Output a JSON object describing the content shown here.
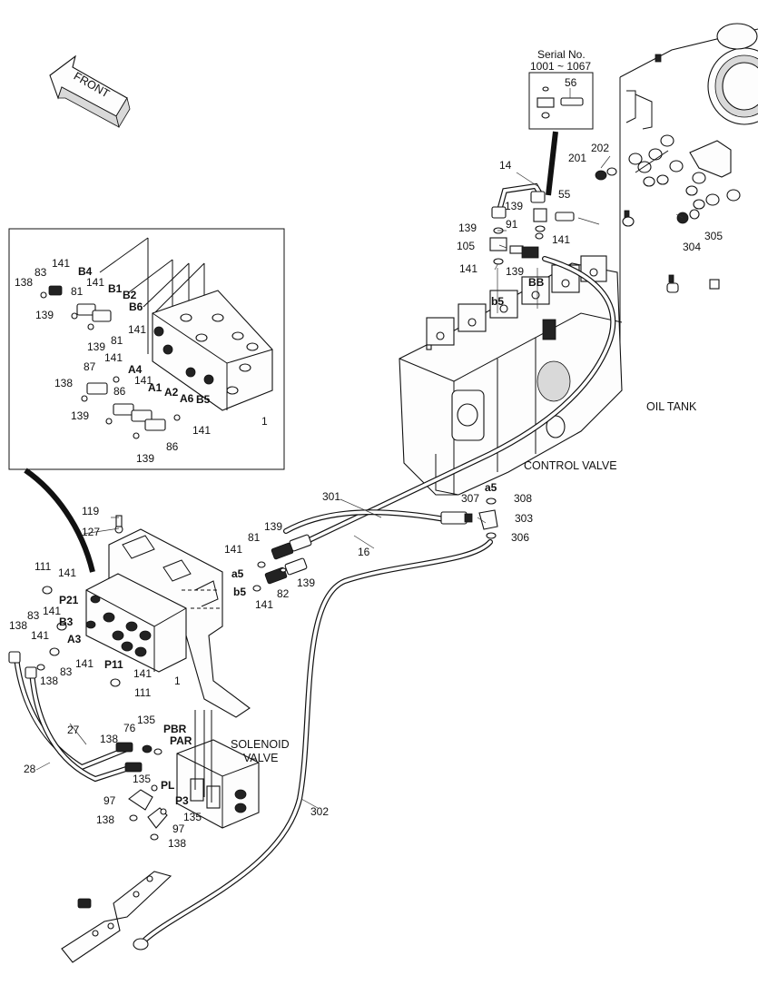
{
  "captions": {
    "front": "FRONT",
    "oil_tank": "OIL TANK",
    "control_valve": "CONTROL VALVE",
    "solenoid_line1": "SOLENOID",
    "solenoid_line2": "VALVE",
    "serial_title": "Serial No.",
    "serial_range": "1001 ~ 1067"
  },
  "ports": {
    "b4": "B4",
    "b1": "B1",
    "b2": "B2",
    "b6": "B6",
    "a4": "A4",
    "a1": "A1",
    "a2": "A2",
    "a6": "A6",
    "b5_inset": "B5",
    "bb": "BB",
    "b5_valve": "b5",
    "a5_valve": "a5",
    "a5_left": "a5",
    "b5_left": "b5",
    "p21": "P21",
    "b3": "B3",
    "a3": "A3",
    "p11": "P11",
    "pbr": "PBR",
    "par": "PAR",
    "pl": "PL",
    "p3": "P3"
  },
  "parts": {
    "inset_141a": "141",
    "inset_138a": "138",
    "inset_83": "83",
    "inset_141b": "141",
    "inset_81a": "81",
    "inset_139a": "139",
    "inset_139b": "139",
    "inset_81b": "81",
    "inset_141c": "141",
    "inset_87": "87",
    "inset_141d": "141",
    "inset_138b": "138",
    "inset_141e": "141",
    "inset_86a": "86",
    "inset_139c": "139",
    "inset_141f": "141",
    "inset_86b": "86",
    "inset_139d": "139",
    "inset_1": "1",
    "top_56": "56",
    "top_14": "14",
    "top_202": "202",
    "top_201": "201",
    "top_139": "139",
    "top_55": "55",
    "top_139b": "139",
    "top_91": "91",
    "top_141": "141",
    "top_105": "105",
    "top_141b": "141",
    "top_139c": "139",
    "top_305": "305",
    "top_304": "304",
    "mid_301": "301",
    "mid_307": "307",
    "mid_308": "308",
    "mid_303": "303",
    "mid_306": "306",
    "mid_16": "16",
    "mid_119": "119",
    "mid_127": "127",
    "mid_139": "139",
    "mid_81": "81",
    "mid_141": "141",
    "mid_139b": "139",
    "mid_82": "82",
    "mid_141b": "141",
    "low_111": "111",
    "low_141": "141",
    "low_138": "138",
    "low_83": "83",
    "low_141b": "141",
    "low_83b": "83",
    "low_141c": "141",
    "low_138b": "138",
    "low_141d": "141",
    "low_1": "1",
    "low_111b": "111",
    "low_27": "27",
    "low_28": "28",
    "low_76": "76",
    "low_135": "135",
    "low_138c": "138",
    "low_135b": "135",
    "low_97": "97",
    "low_138d": "138",
    "low_135c": "135",
    "low_97b": "97",
    "low_138e": "138",
    "low_302": "302"
  }
}
